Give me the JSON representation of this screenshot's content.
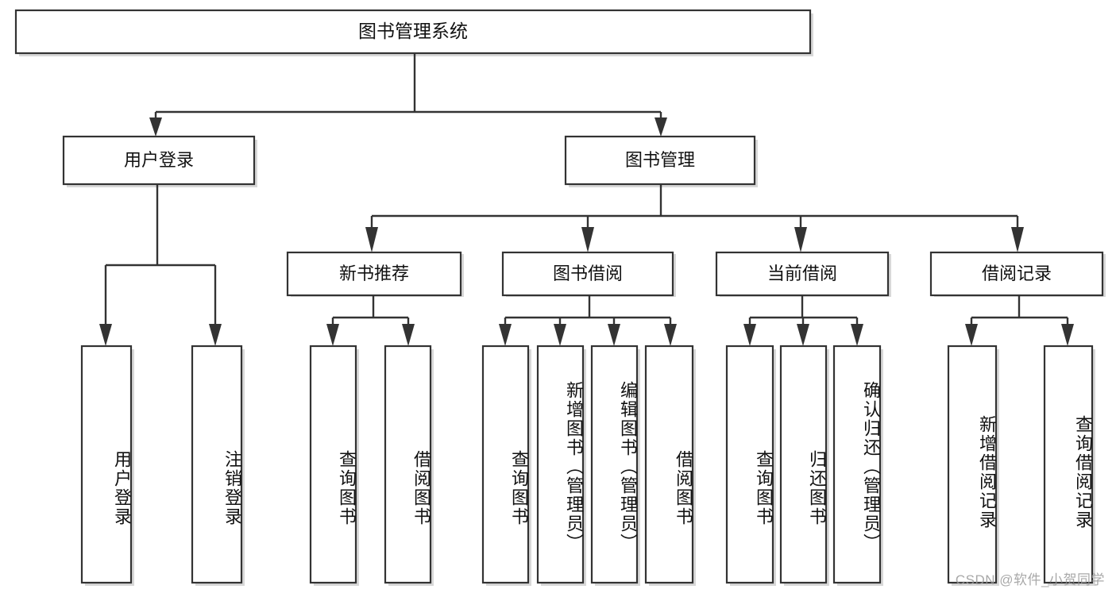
{
  "diagram": {
    "type": "tree-hierarchy",
    "title": "图书管理系统",
    "orientation": "top-down",
    "colors": {
      "box_stroke": "#333333",
      "box_fill": "#ffffff",
      "connector": "#333333",
      "text": "#111111",
      "watermark": "#9a9a9a",
      "background": "#ffffff"
    },
    "root": {
      "label": "图书管理系统"
    },
    "level2": [
      {
        "label": "用户登录"
      },
      {
        "label": "图书管理"
      }
    ],
    "level3": [
      {
        "label": "新书推荐"
      },
      {
        "label": "图书借阅"
      },
      {
        "label": "当前借阅"
      },
      {
        "label": "借阅记录"
      }
    ],
    "leaves": {
      "user_login": [
        {
          "label": "用户登录"
        },
        {
          "label": "注销登录"
        }
      ],
      "new_book_recommend": [
        {
          "label": "查询图书"
        },
        {
          "label": "借阅图书"
        }
      ],
      "book_borrow": [
        {
          "label": "查询图书"
        },
        {
          "label": "新增图书（管理员）"
        },
        {
          "label": "编辑图书（管理员）"
        },
        {
          "label": "借阅图书"
        }
      ],
      "current_borrow": [
        {
          "label": "查询图书"
        },
        {
          "label": "归还图书"
        },
        {
          "label": "确认归还（管理员）"
        }
      ],
      "borrow_record": [
        {
          "label": "新增借阅记录"
        },
        {
          "label": "查询借阅记录"
        }
      ]
    }
  },
  "watermark": {
    "text": "CSDN @软件_小贺同学"
  }
}
